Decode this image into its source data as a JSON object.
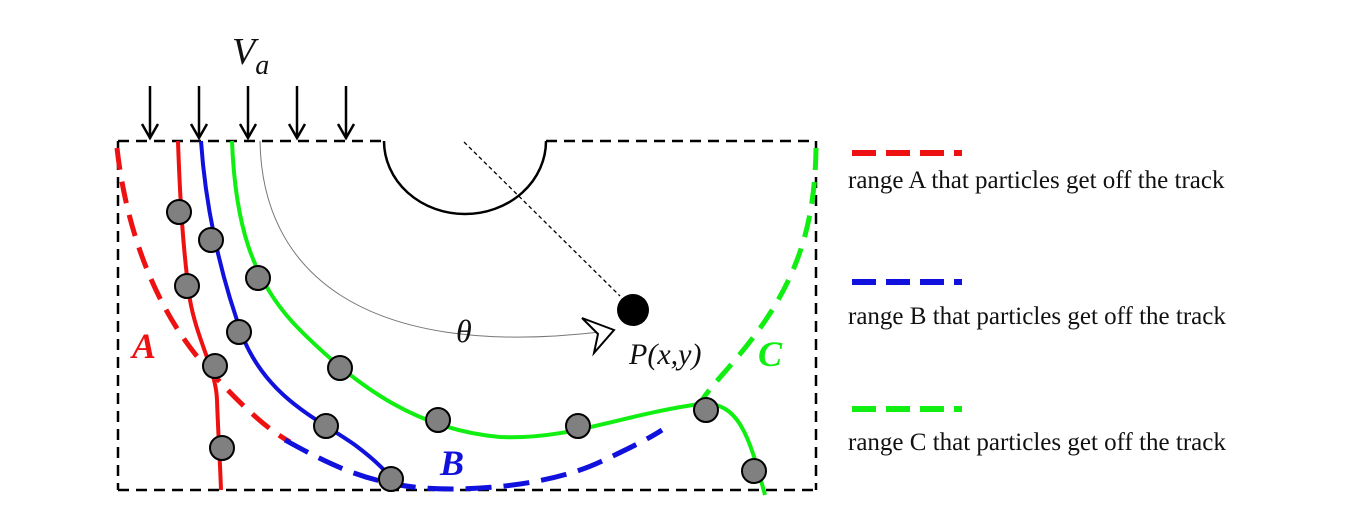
{
  "velocity_label": {
    "symbol": "V",
    "subscript": "a"
  },
  "angle_label": "θ",
  "point_label": "P(x,y)",
  "region_labels": {
    "a": "A",
    "b": "B",
    "c": "C"
  },
  "legend": [
    {
      "id": "a",
      "text": "range A that particles get off the track",
      "color": "#ee1111"
    },
    {
      "id": "b",
      "text": "range B that particles get off the track",
      "color": "#1111dd"
    },
    {
      "id": "c",
      "text": "range C that particles get off the track",
      "color": "#11ee11"
    }
  ],
  "colors": {
    "range_a": "#ee1111",
    "range_b": "#1111dd",
    "range_c": "#11ee11",
    "particle_fill": "#808080",
    "outline": "#000000"
  }
}
